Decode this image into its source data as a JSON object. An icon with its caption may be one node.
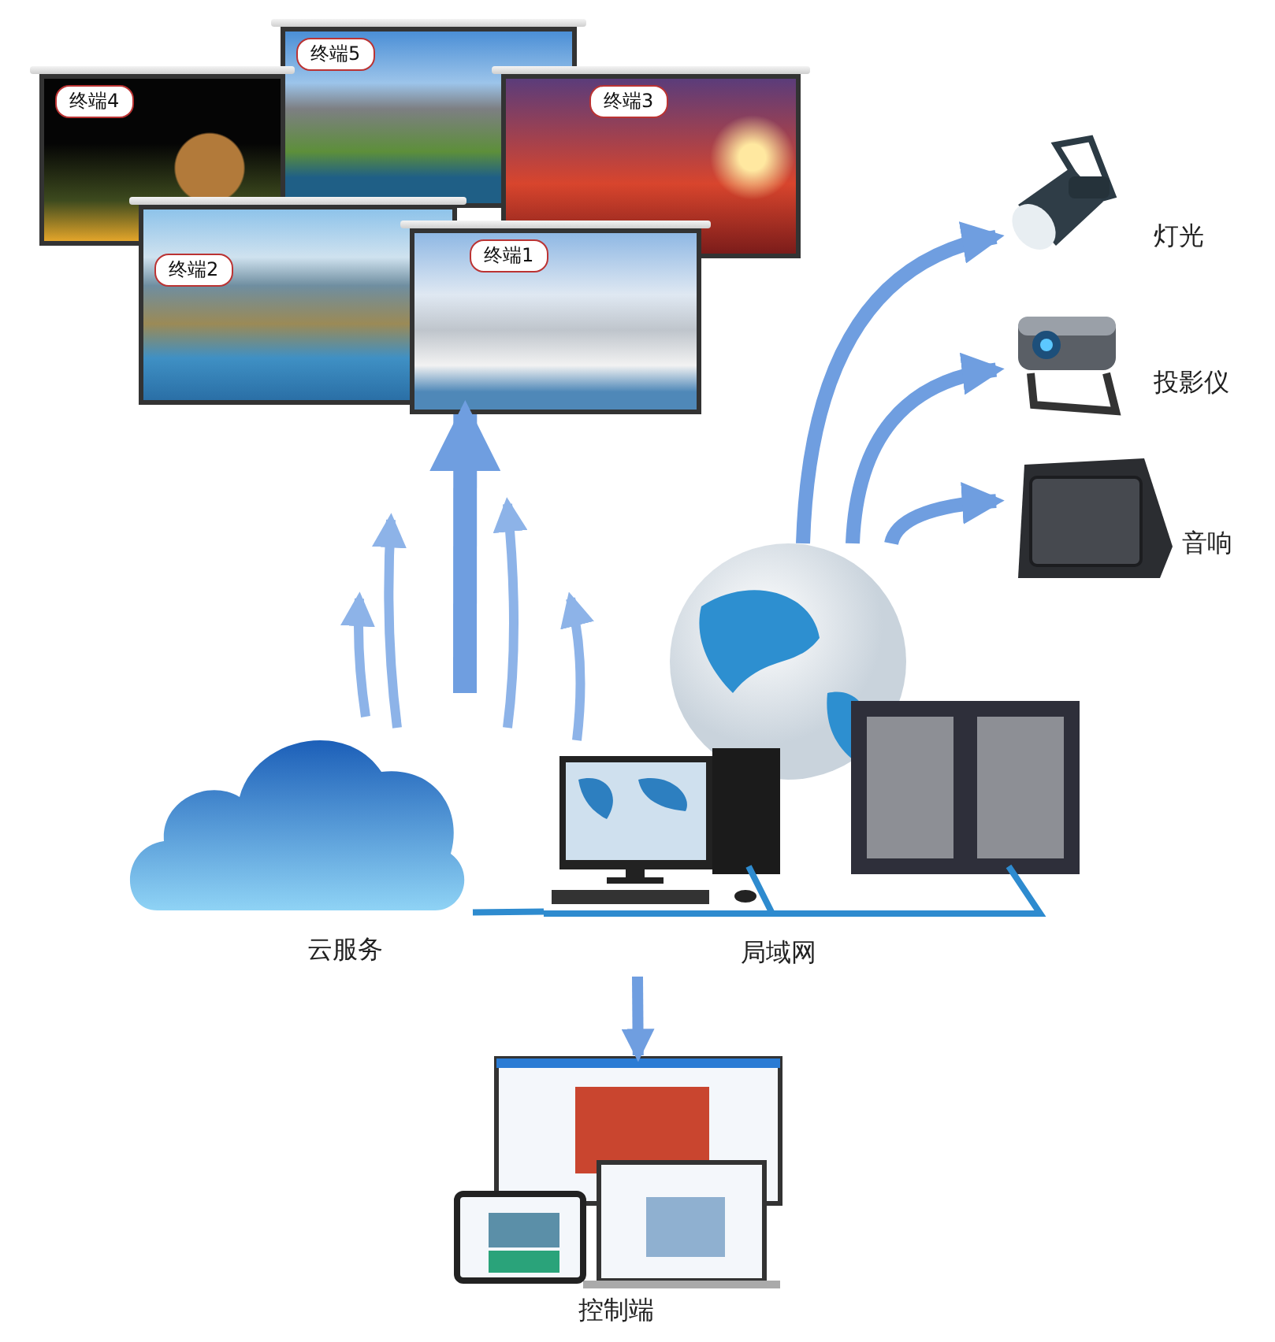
{
  "diagram": {
    "nodes": [
      {
        "text": [
          "终端5"
        ]
      },
      {
        "text": [
          "终端4"
        ]
      },
      {
        "text": [
          "终端3"
        ]
      },
      {
        "text": [
          "终端2"
        ]
      },
      {
        "text": [
          "终端1"
        ]
      },
      {
        "text": [
          "灯光"
        ]
      },
      {
        "text": [
          "投影仪"
        ]
      },
      {
        "text": [
          "音响"
        ]
      },
      {
        "text": [
          "云服务"
        ]
      },
      {
        "text": [
          "局域网"
        ]
      },
      {
        "text": [
          "控制端"
        ]
      }
    ],
    "edges": [
      {
        "from": 8,
        "to": 9,
        "arrow": "none",
        "color": "#2e8bcf"
      },
      {
        "from": null,
        "to": 4,
        "arrow": "to"
      },
      {
        "from": 9,
        "to": 5,
        "arrow": "to"
      },
      {
        "from": 9,
        "to": 6,
        "arrow": "to"
      },
      {
        "from": 9,
        "to": 7,
        "arrow": "to"
      },
      {
        "from": 9,
        "to": 10,
        "arrow": "to"
      }
    ]
  }
}
